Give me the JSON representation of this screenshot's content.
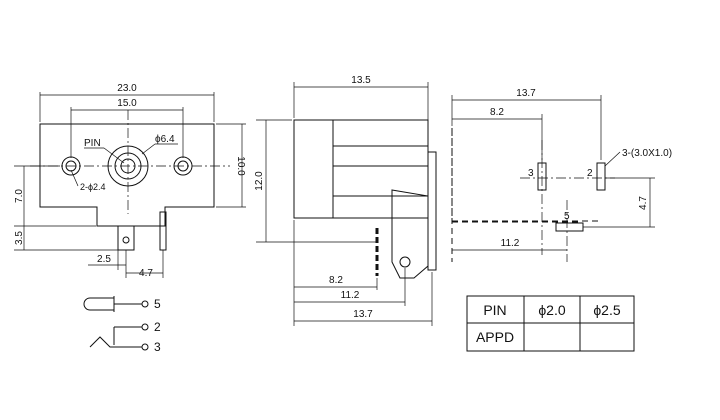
{
  "front_view": {
    "overall_width": "23.0",
    "hole_spacing": "15.0",
    "pin_label": "PIN",
    "center_hole": "ϕ6.4",
    "mount_holes": "2-ϕ2.4",
    "height": "10.0",
    "mount_offset": "7.0",
    "pin_length": "3.5",
    "pin_offset_left": "2.5",
    "pin_spacing": "4.7"
  },
  "side_view": {
    "depth": "13.5",
    "height": "12.0",
    "pin_a": "8.2",
    "pin_b": "11.2",
    "pin_c": "13.7"
  },
  "pcb_layout": {
    "overall": "13.7",
    "pad_a": "8.2",
    "pad_label_3": "3",
    "pad_label_2": "2",
    "pad_size": "3-(3.0X1.0)",
    "pad_label_5": "5",
    "offset_y": "4.7",
    "pad_b": "11.2"
  },
  "schematic": {
    "pin_5": "5",
    "pin_2": "2",
    "pin_3": "3"
  },
  "table": {
    "headers": [
      "PIN",
      "ϕ2.0",
      "ϕ2.5"
    ],
    "rows": [
      [
        "APPD",
        "",
        ""
      ]
    ]
  }
}
